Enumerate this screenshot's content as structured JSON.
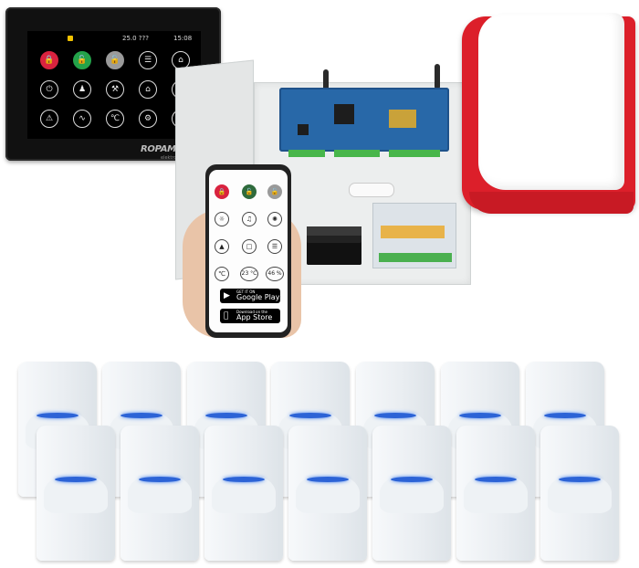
{
  "touch_panel": {
    "status_temperature": "25.0 ???",
    "status_time": "15:08",
    "brand": "ROPAM",
    "brand_sub": "elektronik",
    "icons": [
      [
        "lock-icon",
        "lock-open-icon",
        "lock-open-icon",
        "list-icon",
        "home-icon"
      ],
      [
        "power-icon",
        "users-icon",
        "tools-icon",
        "house-settings-icon",
        "search-icon"
      ],
      [
        "warning-icon",
        "chart-icon",
        "thermometer-icon",
        "thermostat-icon",
        "drops-icon"
      ]
    ]
  },
  "phone": {
    "temperature": "23 °C",
    "humidity": "46 %",
    "google_small": "GET IT ON",
    "google_big": "Google Play",
    "apple_small": "Download on the",
    "apple_big": "App Store"
  },
  "detectors": {
    "rows": 2,
    "back_row_count": 7,
    "front_row_count": 7
  },
  "colors": {
    "siren_red": "#dc1f2a",
    "lock_red": "#d9233f",
    "lock_green": "#24a34a",
    "pcb_blue": "#2868a8",
    "led_blue": "#2c63d6"
  }
}
